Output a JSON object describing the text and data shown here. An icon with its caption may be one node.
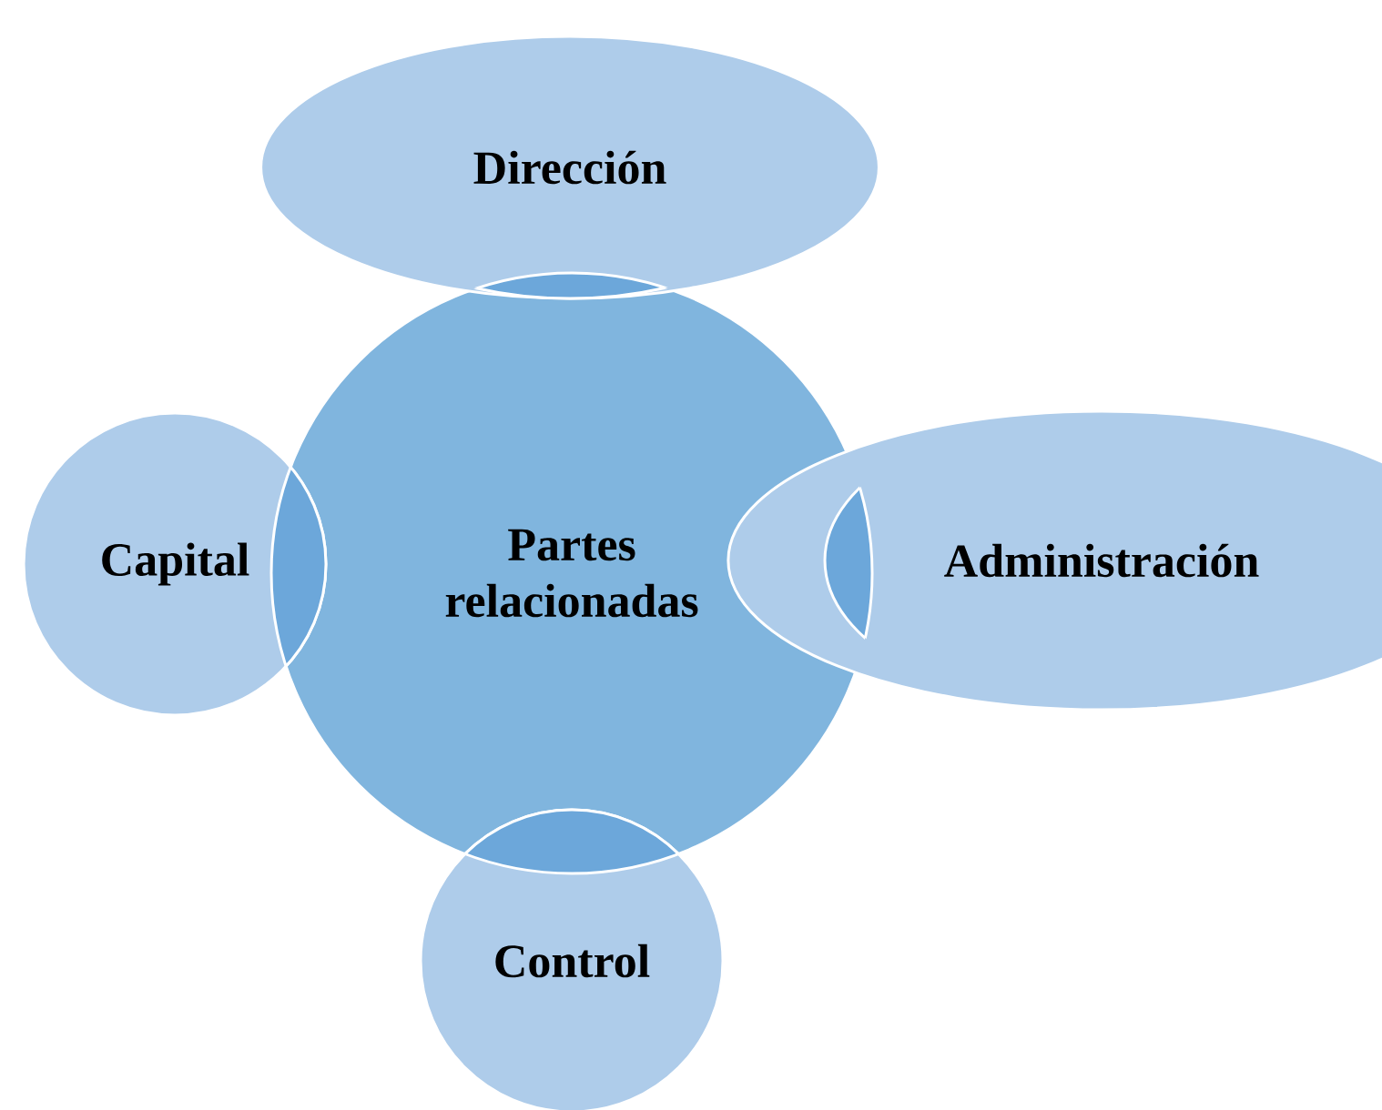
{
  "diagram": {
    "nodes": [
      {
        "text": [
          "Partes relacionadas"
        ]
      },
      {
        "text": [
          "Dirección"
        ]
      },
      {
        "text": [
          "Capital"
        ]
      },
      {
        "text": [
          "Administración"
        ]
      },
      {
        "text": [
          "Control"
        ]
      }
    ]
  }
}
